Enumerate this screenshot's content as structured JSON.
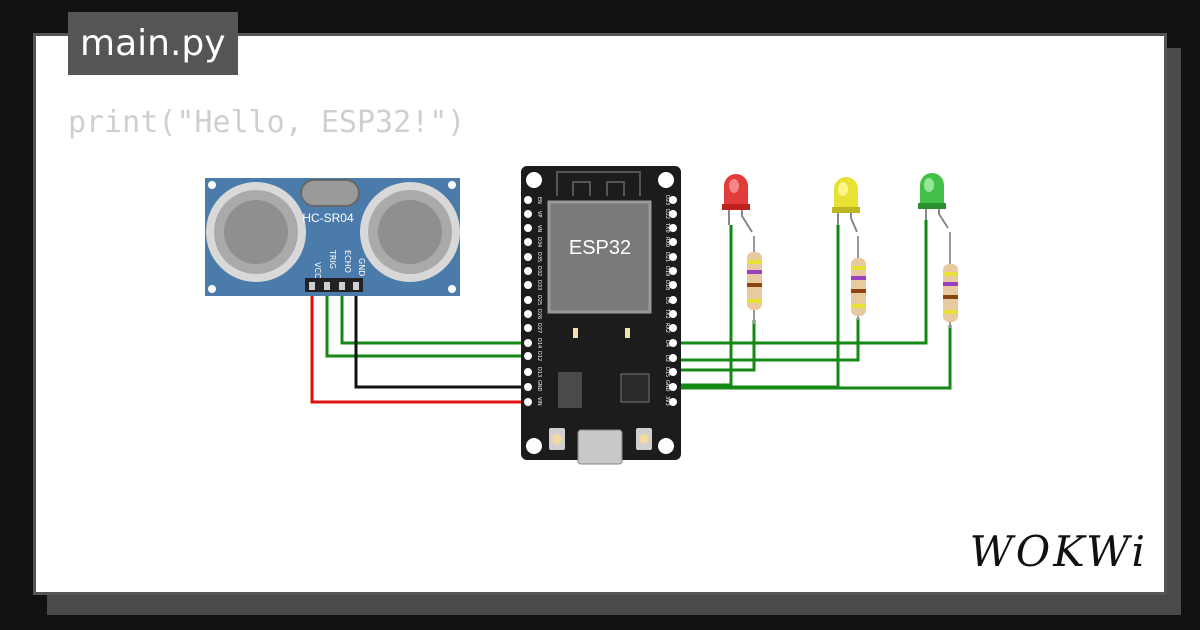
{
  "tab": {
    "label": "main.py"
  },
  "code": {
    "text": "print(\"Hello, ESP32!\")"
  },
  "sensor": {
    "name": "HC-SR04",
    "pins": [
      "VCC",
      "TRIG",
      "ECHO",
      "GND"
    ]
  },
  "board": {
    "name": "ESP32",
    "left_pins": [
      "EN",
      "VP",
      "VN",
      "D34",
      "D35",
      "D32",
      "D33",
      "D25",
      "D26",
      "D27",
      "D14",
      "D12",
      "D13",
      "GND",
      "VIN"
    ],
    "right_pins": [
      "D23",
      "D22",
      "TX0",
      "RX0",
      "D21",
      "D19",
      "D18",
      "D5",
      "TX2",
      "RX2",
      "D4",
      "D2",
      "D15",
      "GND",
      "3V3"
    ]
  },
  "leds": [
    {
      "color": "red",
      "hex": "#e23b3b"
    },
    {
      "color": "yellow",
      "hex": "#e8e234"
    },
    {
      "color": "green",
      "hex": "#44c048"
    }
  ],
  "brand": {
    "logo": "WOKWi"
  }
}
